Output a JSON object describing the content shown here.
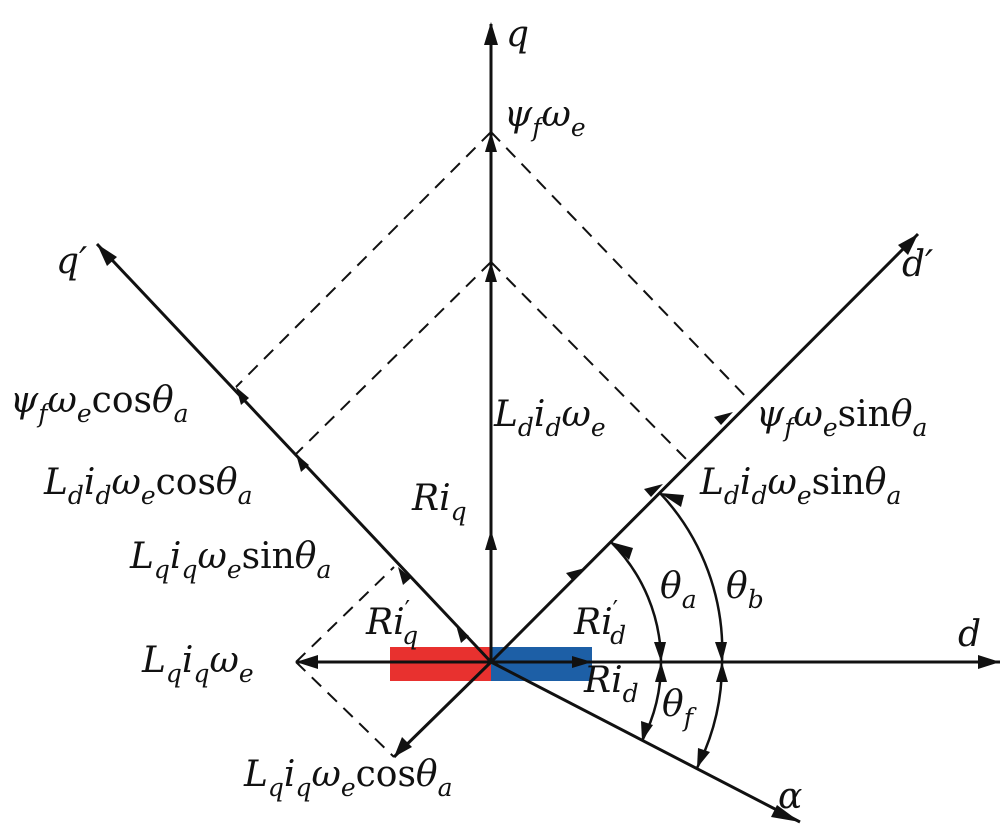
{
  "axes": {
    "q": "q",
    "q_prime": "q′",
    "d": "d",
    "d_prime": "d′",
    "alpha": "α"
  },
  "labels": {
    "psi": "ψ",
    "f": "f",
    "omega": "ω",
    "e": "e",
    "cos": "cos",
    "sin": "sin",
    "theta": "θ",
    "a": "a",
    "b": "b",
    "L": "L",
    "i": "i",
    "d": "d",
    "q": "q",
    "R": "R",
    "prime": "′"
  },
  "colors": {
    "ri_q_bar": "#e8312f",
    "ri_d_bar": "#1d5fa6",
    "line": "#111111"
  }
}
